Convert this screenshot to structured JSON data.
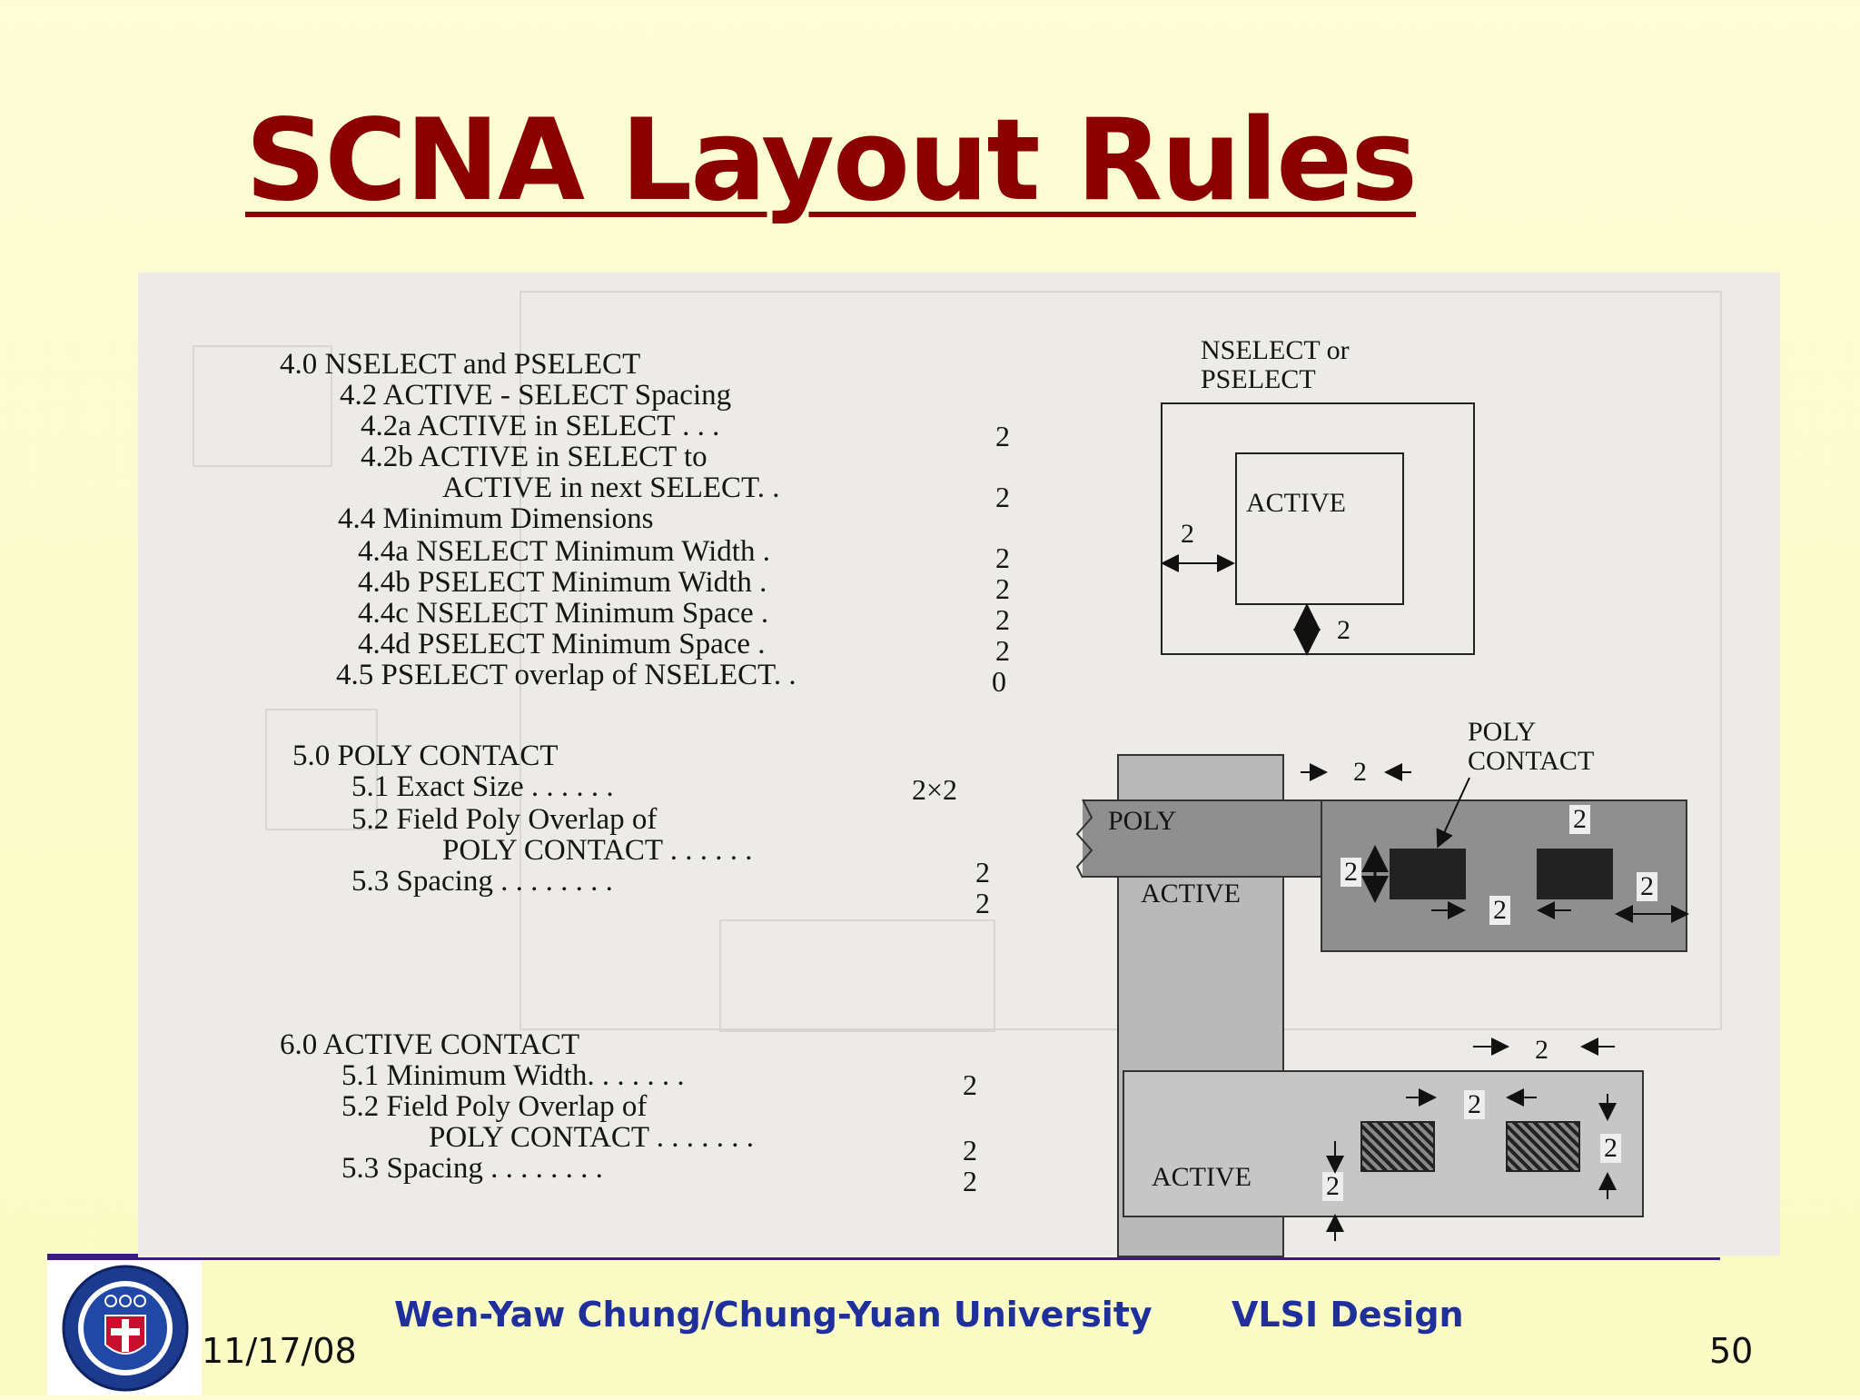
{
  "title": "SCNA Layout Rules",
  "rules": [
    {
      "text": "4.0  NSELECT and PSELECT",
      "value": ""
    },
    {
      "text": "4.2  ACTIVE - SELECT Spacing",
      "value": ""
    },
    {
      "text": "4.2a  ACTIVE in SELECT       .   .   .",
      "value": "2"
    },
    {
      "text": "4.2b  ACTIVE  in SELECT to",
      "value": ""
    },
    {
      "text": "ACTIVE  in next SELECT.  .",
      "value": "2"
    },
    {
      "text": "4.4  Minimum Dimensions",
      "value": ""
    },
    {
      "text": "4.4a  NSELECT Minimum Width  .",
      "value": "2"
    },
    {
      "text": "4.4b  PSELECT Minimum Width   .",
      "value": "2"
    },
    {
      "text": "4.4c  NSELECT Minimum Space   .",
      "value": "2"
    },
    {
      "text": "4.4d  PSELECT Minimum Space   .",
      "value": "2"
    },
    {
      "text": "4.5  PSELECT overlap of NSELECT. .",
      "value": "0"
    },
    {
      "text": "5.0  POLY  CONTACT",
      "value": ""
    },
    {
      "text": "5.1  Exact Size  .   .   .   .   .   .",
      "value": "2×2"
    },
    {
      "text": "5.2  Field Poly Overlap of",
      "value": ""
    },
    {
      "text": "POLY CONTACT .   .   .   .   .   .",
      "value": "2"
    },
    {
      "text": "5.3  Spacing  .   .   .   .   .   .   .   .",
      "value": "2"
    },
    {
      "text": "6.0  ACTIVE  CONTACT",
      "value": ""
    },
    {
      "text": "5.1  Minimum Width.   .   .   .   .   .   .",
      "value": "2"
    },
    {
      "text": "5.2  Field Poly Overlap of",
      "value": ""
    },
    {
      "text": "POLY CONTACT  .   .   .   .   .   .   .",
      "value": "2"
    },
    {
      "text": "5.3  Spacing  .   .   .   .   .   .   .   .",
      "value": "2"
    }
  ],
  "diagrams": {
    "select": {
      "outer_label_1": "NSELECT or",
      "outer_label_2": "PSELECT",
      "inner_label": "ACTIVE",
      "dim_left": "2",
      "dim_bottom": "2"
    },
    "poly": {
      "title_1": "POLY",
      "title_2": "CONTACT",
      "poly_label": "POLY",
      "active_label": "ACTIVE",
      "dim_top": "2",
      "dim_left": "2",
      "dim_size": "2",
      "dim_space": "2",
      "dim_right": "2"
    },
    "active": {
      "label": "ACTIVE",
      "dim_top": "2",
      "dim_space": "2",
      "dim_size": "2",
      "dim_bottom": "2"
    }
  },
  "footer": {
    "author": "Wen-Yaw Chung/Chung-Yuan University",
    "course": "VLSI Design",
    "date": "11/17/08",
    "page": "50"
  }
}
